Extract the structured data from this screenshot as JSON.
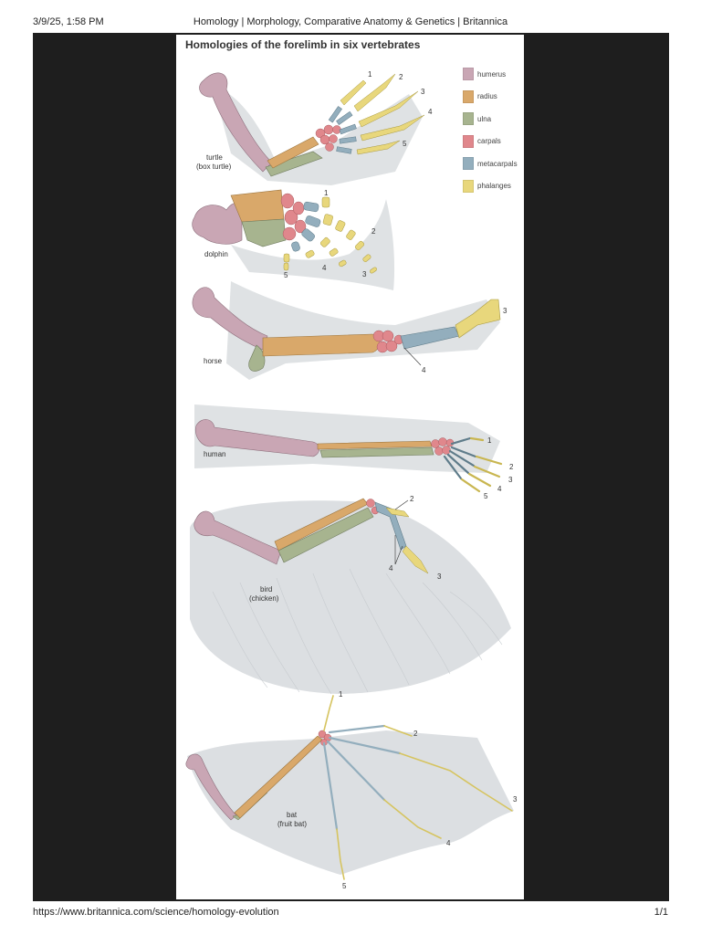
{
  "header": {
    "datetime": "3/9/25, 1:58 PM",
    "page_title": "Homology | Morphology, Comparative Anatomy & Genetics | Britannica"
  },
  "footer": {
    "url": "https://www.britannica.com/science/homology-evolution",
    "page": "1/1"
  },
  "figure": {
    "title": "Homologies of the forelimb in six vertebrates",
    "legend": [
      {
        "label": "humerus",
        "color": "#c9a6b4"
      },
      {
        "label": "radius",
        "color": "#d9a86a"
      },
      {
        "label": "ulna",
        "color": "#a7b48f"
      },
      {
        "label": "carpals",
        "color": "#e0878c"
      },
      {
        "label": "metacarpals",
        "color": "#93aebd"
      },
      {
        "label": "phalanges",
        "color": "#e8d77c"
      }
    ],
    "animals": {
      "turtle": {
        "name": "turtle",
        "sub": "(box turtle)"
      },
      "dolphin": {
        "name": "dolphin"
      },
      "horse": {
        "name": "horse"
      },
      "human": {
        "name": "human"
      },
      "bird": {
        "name": "bird",
        "sub": "(chicken)"
      },
      "bat": {
        "name": "bat",
        "sub": "(fruit bat)"
      }
    },
    "digits": {
      "d1": "1",
      "d2": "2",
      "d3": "3",
      "d4": "4",
      "d5": "5"
    }
  }
}
